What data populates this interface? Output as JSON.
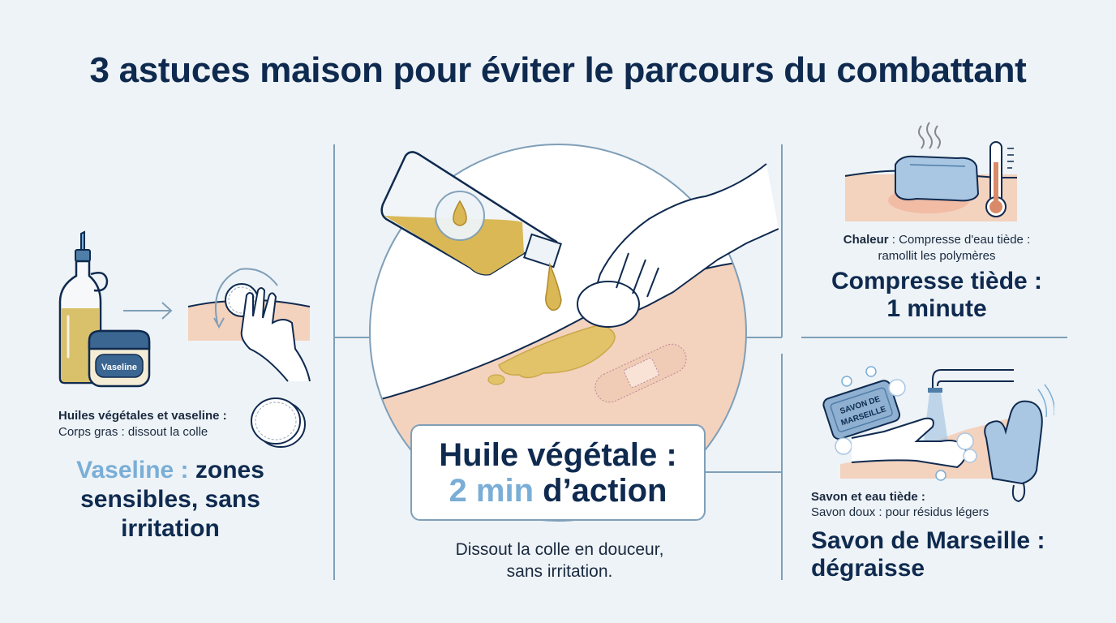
{
  "title": "3 astuces maison pour éviter le parcours du combattant",
  "colors": {
    "background": "#eef3f7",
    "navy": "#0f2a4f",
    "accent_blue": "#7aaed6",
    "divider": "#7f9fb8",
    "skin": "#f3d2be",
    "oil": "#d9b855"
  },
  "left": {
    "jar_label": "Vaseline",
    "sub_bold": "Huiles végétales et vaseline :",
    "sub_text": "Corps gras : dissout la colle",
    "big_accent": "Vaseline :",
    "big_text": " zones sensibles, sans irritation",
    "icons": [
      "oil-bottle-icon",
      "vaseline-jar-icon",
      "arrow-right-icon",
      "hand-cotton-pad-icon",
      "cotton-pads-icon"
    ]
  },
  "center": {
    "callout_line1": "Huile végétale :",
    "callout_accent": "2 min",
    "callout_line2": " d’action",
    "description_line1": "Dissout la colle en douceur,",
    "description_line2": "sans irritation.",
    "icons": [
      "pouring-oil-bottle-icon",
      "oil-drop-icon",
      "hand-wiping-icon",
      "bandage-icon"
    ]
  },
  "right_top": {
    "sub_bold": "Chaleur",
    "sub_text1": " : Compresse d'eau tiède :",
    "sub_text2": "ramollit les polymères",
    "big_line1": "Compresse tiède :",
    "big_line2": "1 minute",
    "icons": [
      "warm-compress-icon",
      "steam-icon",
      "thermometer-icon"
    ]
  },
  "right_bottom": {
    "soap_label_line1": "SAVON DE",
    "soap_label_line2": "MARSEILLE",
    "sub_bold": "Savon et eau tiède :",
    "sub_text": "Savon doux : pour résidus légers",
    "big_line1": "Savon de Marseille :",
    "big_line2": "dégraisse",
    "icons": [
      "soap-bar-icon",
      "faucet-icon",
      "hand-washing-icon",
      "wash-mitt-icon"
    ]
  }
}
